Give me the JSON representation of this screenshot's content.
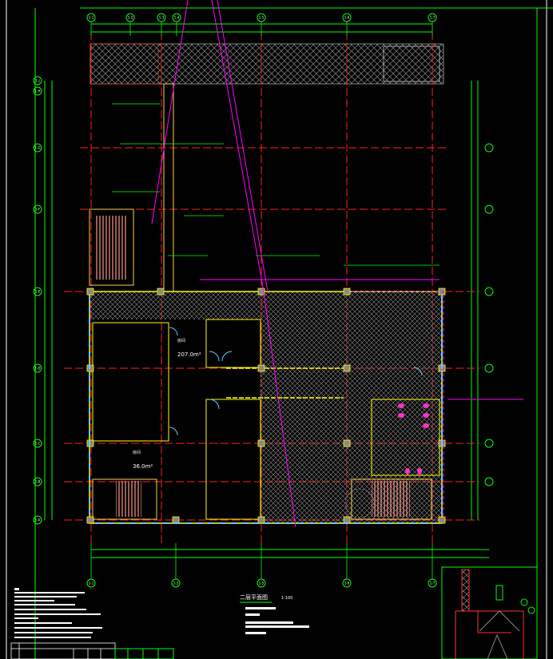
{
  "drawing": {
    "title": "二层平面图",
    "scale": "1:100",
    "colors": {
      "background": "#000000",
      "grid_axis": "#00ff00",
      "wall": "#ffff00",
      "hatch": "#888888",
      "axis_line": "#ff0000",
      "guide": "#ff00ff",
      "stair": "#ff9a8a",
      "glass": "#66ccff"
    }
  },
  "column_axes": [
    "1-1",
    "1-2",
    "1-3",
    "1-4",
    "1-5",
    "1-6",
    "1-7"
  ],
  "bottom_axes": [
    "1-1",
    "1-3",
    "1-5",
    "1-6",
    "1-7"
  ],
  "row_axes": [
    "1-J",
    "1-H",
    "1-G",
    "1-F",
    "1-E",
    "1-D",
    "1-C",
    "1-B",
    "1-A"
  ],
  "rooms": [
    {
      "name": "房间",
      "area": "207.0m²"
    },
    {
      "name": "房间",
      "area": "36.0m²"
    }
  ]
}
